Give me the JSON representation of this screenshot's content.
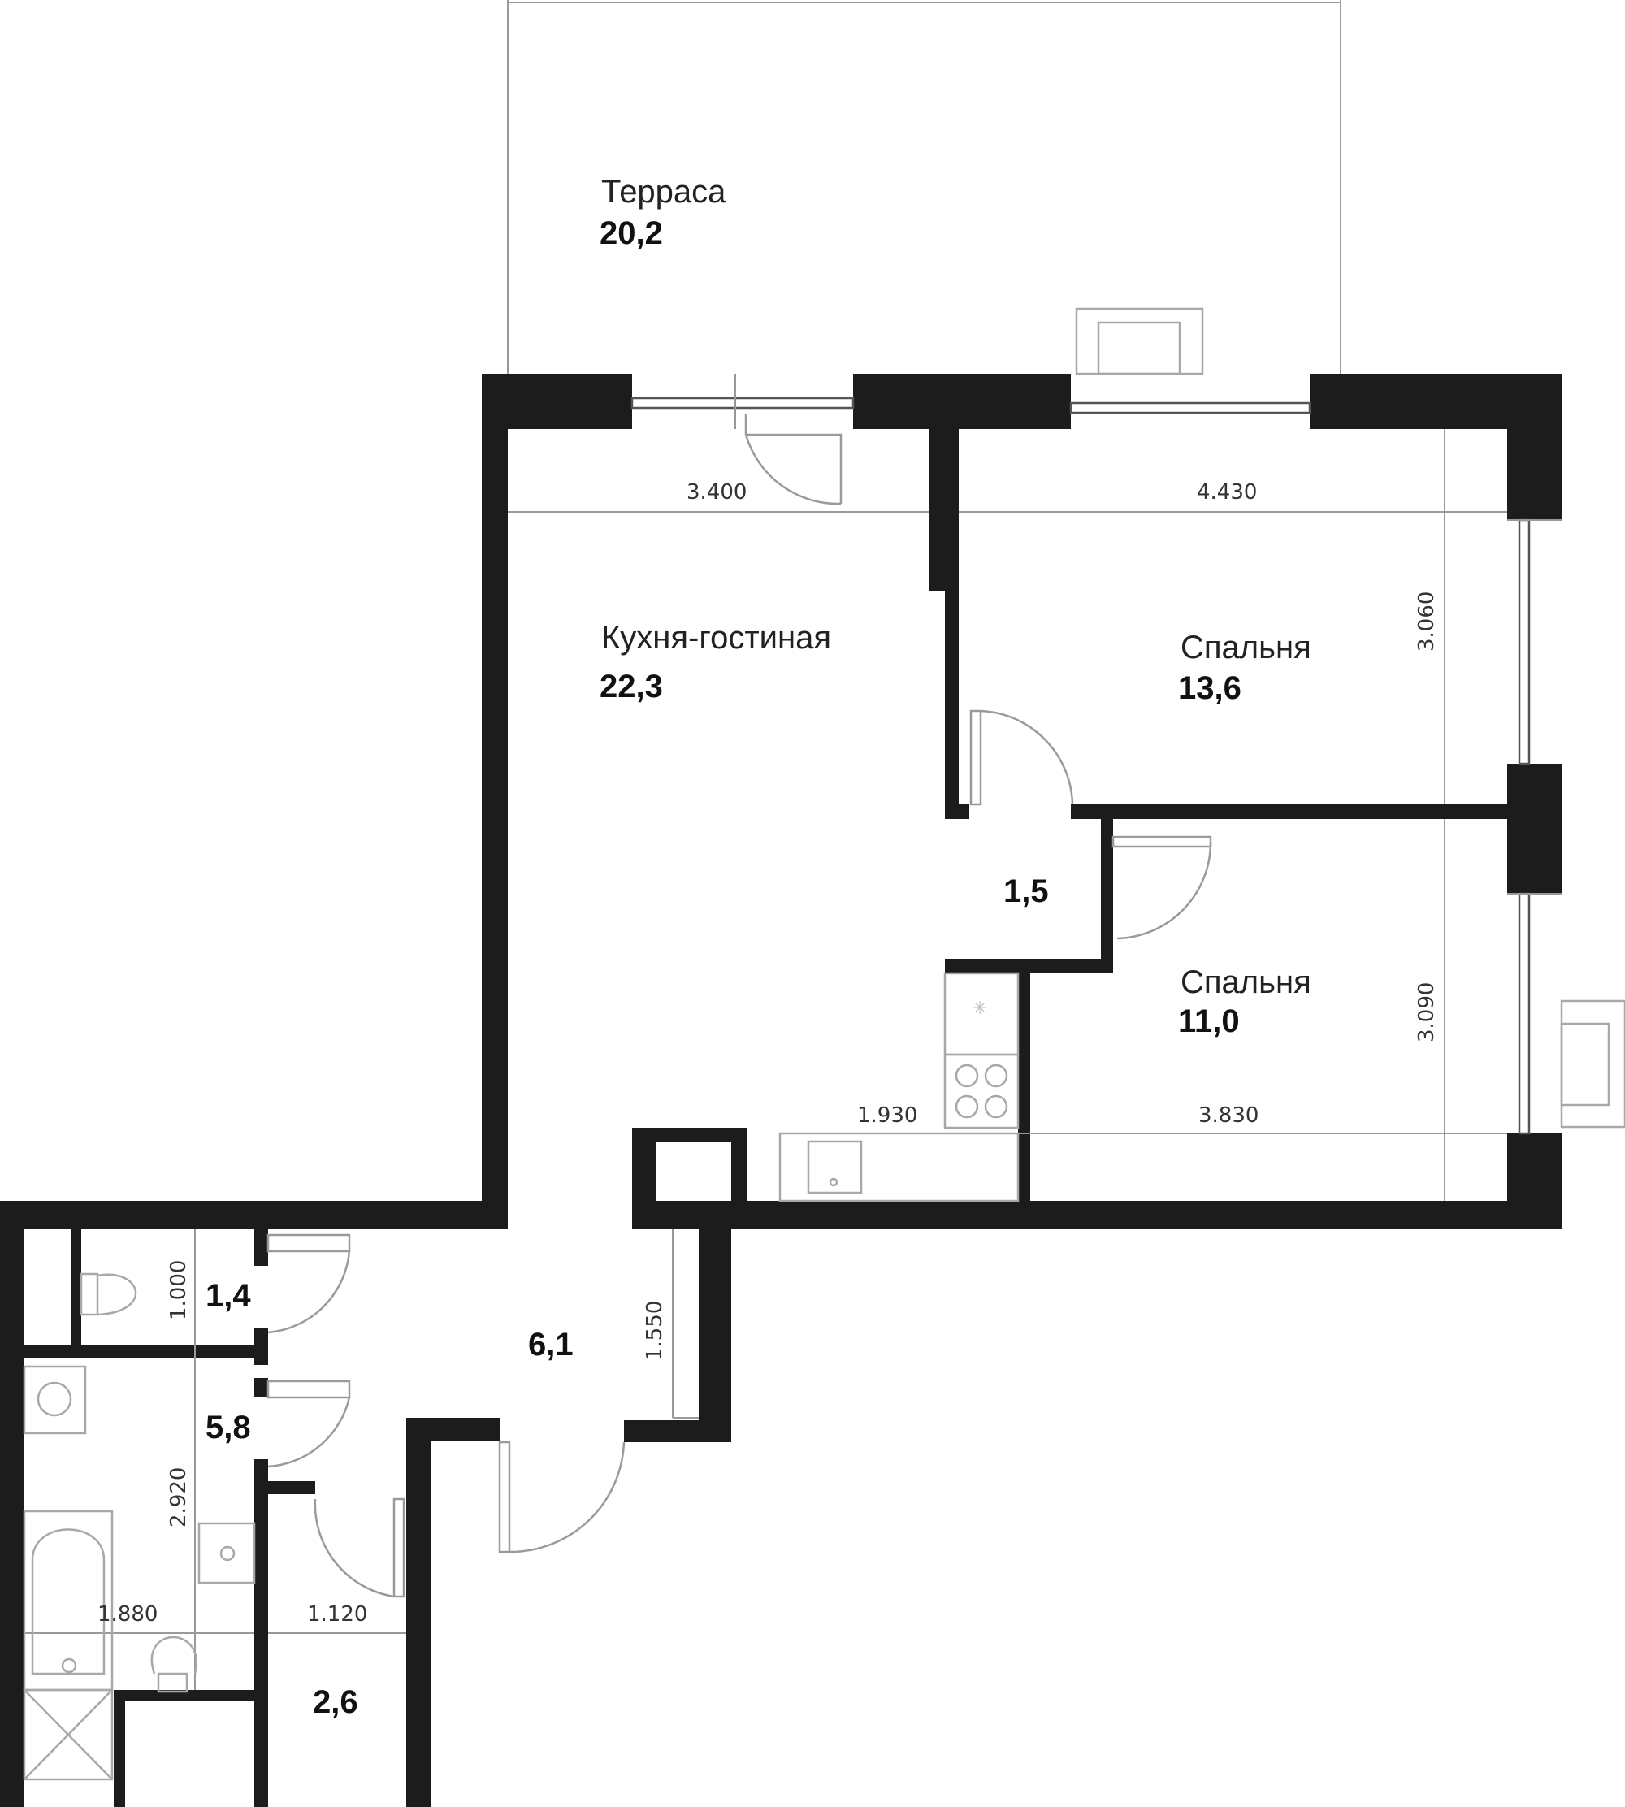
{
  "rooms": {
    "terrace": {
      "name": "Терраса",
      "area": "20,2"
    },
    "kitchen_living": {
      "name": "Кухня-гостиная",
      "area": "22,3"
    },
    "bedroom_1": {
      "name": "Спальня",
      "area": "13,6"
    },
    "bedroom_2": {
      "name": "Спальня",
      "area": "11,0"
    },
    "corridor": {
      "area": "1,5"
    },
    "hall": {
      "area": "6,1"
    },
    "toilet": {
      "area": "1,4"
    },
    "bathroom": {
      "area": "5,8"
    },
    "storage": {
      "area": "2,6"
    }
  },
  "dimensions": {
    "kitchen_width": "3.400",
    "bedroom1_width": "4.430",
    "bedroom1_depth": "3.060",
    "bedroom2_depth": "3.090",
    "kitchen_counter": "1.930",
    "bedroom2_width": "3.830",
    "toilet_width": "1.000",
    "hall_width": "1.550",
    "bathroom_depth": "2.920",
    "bathroom_width": "1.880",
    "storage_width": "1.120"
  }
}
